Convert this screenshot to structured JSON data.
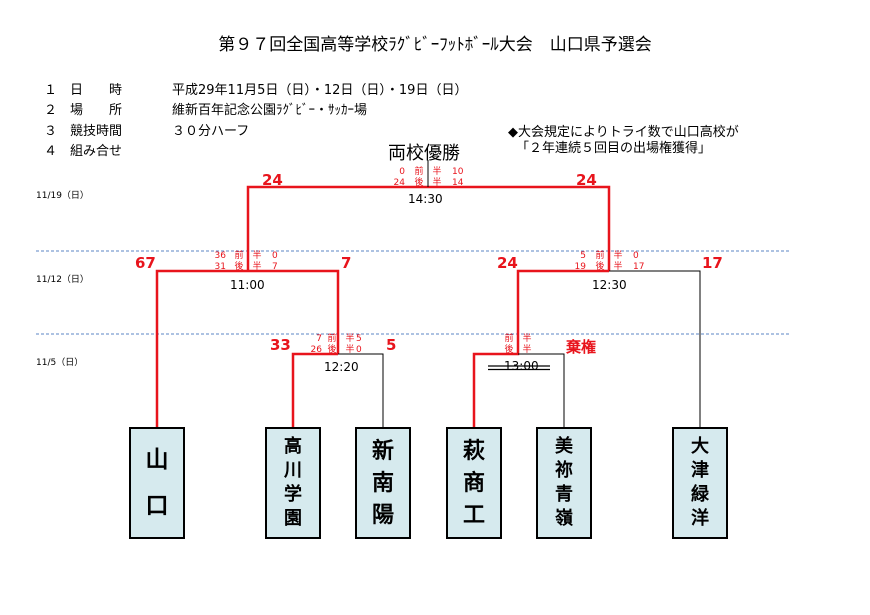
{
  "title": "第９７回全国高等学校ﾗｸﾞﾋﾞｰﾌｯﾄﾎﾞｰﾙ大会　山口県予選会",
  "info": [
    {
      "num": "１",
      "label": "日　　時",
      "value": "平成29年11月5日（日）・12日（日）・19日（日）"
    },
    {
      "num": "２",
      "label": "場　　所",
      "value": "維新百年記念公園ﾗｸﾞﾋﾞｰ・ｻｯｶｰ場"
    },
    {
      "num": "３",
      "label": "競技時間",
      "value": "３０分ハーフ"
    },
    {
      "num": "４",
      "label": "組み合せ",
      "value": ""
    }
  ],
  "note": {
    "line1": "◆大会規定によりトライ数で山口高校が",
    "line2": "「２年連続５回目の出場権獲得」"
  },
  "champion_label": "両校優勝",
  "dates": {
    "final": "11/19（日）",
    "semi": "11/12（日）",
    "first": "11/5（日）"
  },
  "times": {
    "final": "14:30",
    "semi_left": "11:00",
    "semi_right": "12:30",
    "r1_left": "12:20",
    "r1_right": "13:00"
  },
  "scores": {
    "final_left": "24",
    "final_right": "24",
    "semi_left_a": "67",
    "semi_left_b": "7",
    "semi_right_a": "24",
    "semi_right_b": "17",
    "r1_left_a": "33",
    "r1_left_b": "5",
    "r1_right_forfeit": "棄権"
  },
  "half_scores": {
    "final": {
      "first_a": "0",
      "first_b": "10",
      "second_a": "24",
      "second_b": "14"
    },
    "semi_left": {
      "first_a": "36",
      "first_b": "0",
      "second_a": "31",
      "second_b": "7"
    },
    "semi_right": {
      "first_a": "5",
      "first_b": "0",
      "second_a": "19",
      "second_b": "17"
    },
    "r1_left": {
      "first_a": "7",
      "first_b": "5",
      "second_a": "26",
      "second_b": "0"
    }
  },
  "half_labels": {
    "first": "前　半",
    "second": "後　半"
  },
  "teams": [
    {
      "chars": [
        "山",
        "口"
      ]
    },
    {
      "chars": [
        "高",
        "川",
        "学",
        "園"
      ]
    },
    {
      "chars": [
        "新",
        "南",
        "陽"
      ]
    },
    {
      "chars": [
        "萩",
        "商",
        "工"
      ]
    },
    {
      "chars": [
        "美",
        "祢",
        "青",
        "嶺"
      ]
    },
    {
      "chars": [
        "大",
        "津",
        "緑",
        "洋"
      ]
    }
  ],
  "colors": {
    "winner_line": "#e8141c",
    "loser_line": "#000000",
    "divider": "#5b84c4",
    "team_box": "#d6eaee"
  }
}
